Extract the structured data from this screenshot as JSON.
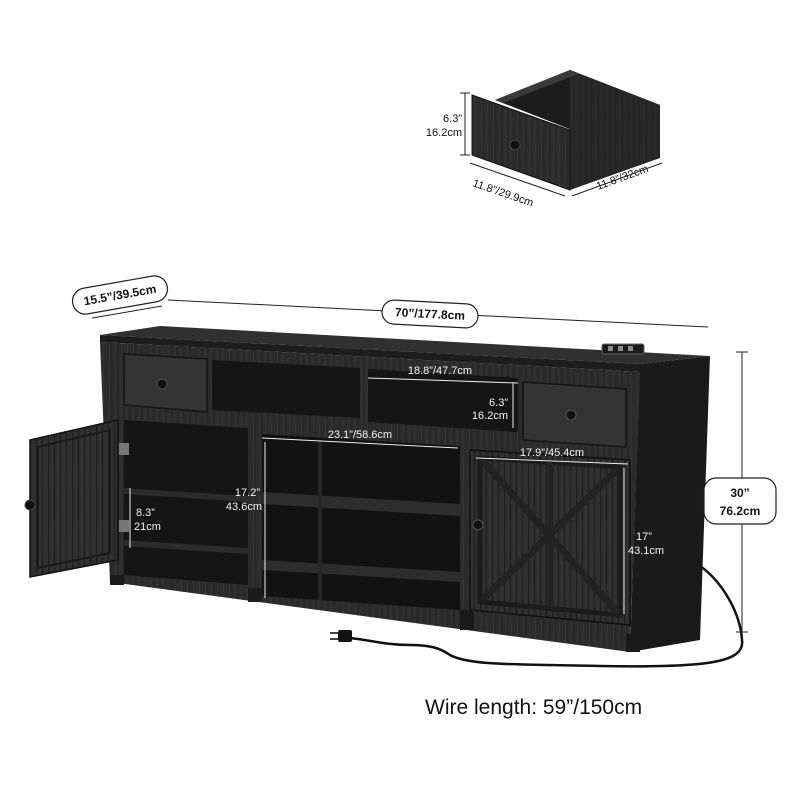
{
  "dimensions": {
    "depth": "15.5”/39.5cm",
    "width": "70”/177.8cm",
    "height_in": "30”",
    "height_cm": "76.2cm",
    "open_shelf_width": "18.8”/47.7cm",
    "open_shelf_height_in": "6.3”",
    "open_shelf_height_cm": "16.2cm",
    "center_width": "23.1”/58.6cm",
    "center_height_in": "17.2”",
    "center_height_cm": "43.6cm",
    "left_shelf_height_in": "8.3”",
    "left_shelf_height_cm": "21cm",
    "right_cabinet_width": "17.9”/45.4cm",
    "right_cabinet_height_in": "17”",
    "right_cabinet_height_cm": "43.1cm"
  },
  "drawer": {
    "height_in": "6.3”",
    "height_cm": "16.2cm",
    "width": "11.8”/29.9cm",
    "depth": "11.8”/32cm"
  },
  "wire": {
    "label": "Wire length: 59”/150cm"
  },
  "colors": {
    "cabinet": "#2b2b2b",
    "cabinet_dark": "#161616",
    "cabinet_light": "#3a3a3a",
    "background": "#ffffff"
  }
}
